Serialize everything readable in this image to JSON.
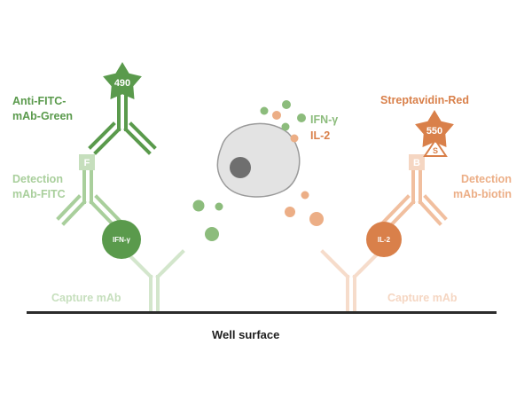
{
  "labels": {
    "anti_fitc_line1": "Anti-FITC-",
    "anti_fitc_line2": "mAb-Green",
    "detection_fitc_line1": "Detection",
    "detection_fitc_line2": "mAb-FITC",
    "capture_left": "Capture mAb",
    "streptavidin": "Streptavidin-Red",
    "detection_biotin_line1": "Detection",
    "detection_biotin_line2": "mAb-biotin",
    "capture_right": "Capture mAb",
    "well_surface": "Well surface",
    "ifn_gamma_legend": "IFN-γ",
    "il2_legend": "IL-2"
  },
  "markers": {
    "star_left": "490",
    "star_right": "550",
    "f_tag": "F",
    "b_tag": "B",
    "s_tag": "S",
    "ifn_gamma_ball": "IFN-γ",
    "il2_ball": "IL-2"
  },
  "colors": {
    "green_dark": "#5a9a4c",
    "green_mid": "#8cbc7c",
    "green_light": "#c6dfbd",
    "orange_dark": "#d9804a",
    "orange_mid": "#ecae86",
    "orange_light": "#f5d6c2",
    "cell_body": "#e3e3e3",
    "cell_outline": "#9a9a9a",
    "nucleus": "#6f6f6f",
    "surface": "#2b2b2b"
  }
}
